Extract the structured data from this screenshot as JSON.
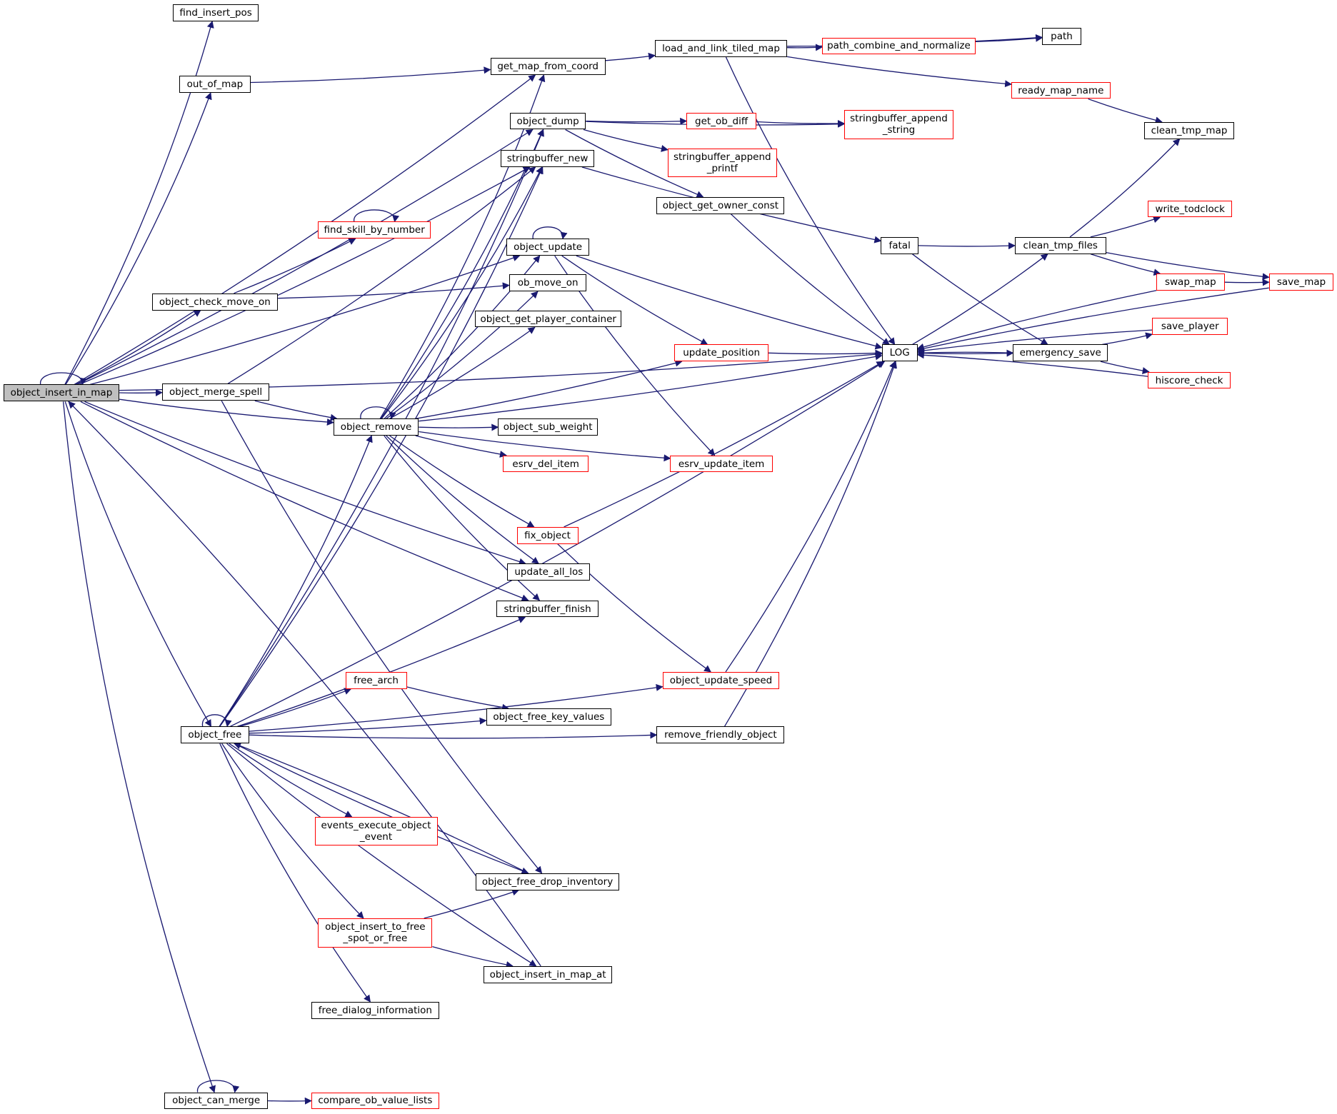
{
  "graph": {
    "edge_color": "#191970",
    "documented_border": "#000000",
    "undocumented_border": "#ff0000",
    "root_fill": "#bfbfbf",
    "nodes": [
      {
        "id": "object_insert_in_map",
        "label": "object_insert_in_map",
        "style": "root"
      },
      {
        "id": "find_insert_pos",
        "label": "find_insert_pos",
        "style": "normal"
      },
      {
        "id": "get_map_from_coord",
        "label": "get_map_from_coord",
        "style": "normal"
      },
      {
        "id": "out_of_map",
        "label": "out_of_map",
        "style": "normal"
      },
      {
        "id": "load_and_link_tiled_map",
        "label": "load_and_link_tiled_map",
        "style": "normal"
      },
      {
        "id": "path",
        "label": "path",
        "style": "normal"
      },
      {
        "id": "path_combine_and_normalize",
        "label": "path_combine_and_normalize",
        "style": "undoc"
      },
      {
        "id": "ready_map_name",
        "label": "ready_map_name",
        "style": "undoc"
      },
      {
        "id": "clean_tmp_map",
        "label": "clean_tmp_map",
        "style": "normal"
      },
      {
        "id": "object_dump",
        "label": "object_dump",
        "style": "normal"
      },
      {
        "id": "get_ob_diff",
        "label": "get_ob_diff",
        "style": "undoc"
      },
      {
        "id": "stringbuffer_append_string",
        "label": "stringbuffer_append\n_string",
        "style": "undoc"
      },
      {
        "id": "stringbuffer_append_printf",
        "label": "stringbuffer_append\n_printf",
        "style": "undoc"
      },
      {
        "id": "stringbuffer_new",
        "label": "stringbuffer_new",
        "style": "normal"
      },
      {
        "id": "object_get_owner_const",
        "label": "object_get_owner_const",
        "style": "normal"
      },
      {
        "id": "find_skill_by_number",
        "label": "find_skill_by_number",
        "style": "undoc"
      },
      {
        "id": "object_update",
        "label": "object_update",
        "style": "normal"
      },
      {
        "id": "fatal",
        "label": "fatal",
        "style": "normal"
      },
      {
        "id": "clean_tmp_files",
        "label": "clean_tmp_files",
        "style": "normal"
      },
      {
        "id": "write_todclock",
        "label": "write_todclock",
        "style": "undoc"
      },
      {
        "id": "object_check_move_on",
        "label": "object_check_move_on",
        "style": "normal"
      },
      {
        "id": "ob_move_on",
        "label": "ob_move_on",
        "style": "normal"
      },
      {
        "id": "swap_map",
        "label": "swap_map",
        "style": "undoc"
      },
      {
        "id": "save_map",
        "label": "save_map",
        "style": "undoc"
      },
      {
        "id": "object_get_player_container",
        "label": "object_get_player_container",
        "style": "normal"
      },
      {
        "id": "save_player",
        "label": "save_player",
        "style": "undoc"
      },
      {
        "id": "update_position",
        "label": "update_position",
        "style": "undoc"
      },
      {
        "id": "LOG",
        "label": "LOG",
        "style": "normal"
      },
      {
        "id": "emergency_save",
        "label": "emergency_save",
        "style": "normal"
      },
      {
        "id": "hiscore_check",
        "label": "hiscore_check",
        "style": "undoc"
      },
      {
        "id": "object_merge_spell",
        "label": "object_merge_spell",
        "style": "normal"
      },
      {
        "id": "object_remove",
        "label": "object_remove",
        "style": "normal"
      },
      {
        "id": "object_sub_weight",
        "label": "object_sub_weight",
        "style": "normal"
      },
      {
        "id": "esrv_del_item",
        "label": "esrv_del_item",
        "style": "undoc"
      },
      {
        "id": "esrv_update_item",
        "label": "esrv_update_item",
        "style": "undoc"
      },
      {
        "id": "fix_object",
        "label": "fix_object",
        "style": "undoc"
      },
      {
        "id": "update_all_los",
        "label": "update_all_los",
        "style": "normal"
      },
      {
        "id": "stringbuffer_finish",
        "label": "stringbuffer_finish",
        "style": "normal"
      },
      {
        "id": "object_update_speed",
        "label": "object_update_speed",
        "style": "undoc"
      },
      {
        "id": "free_arch",
        "label": "free_arch",
        "style": "undoc"
      },
      {
        "id": "object_free_key_values",
        "label": "object_free_key_values",
        "style": "normal"
      },
      {
        "id": "object_free",
        "label": "object_free",
        "style": "normal"
      },
      {
        "id": "remove_friendly_object",
        "label": "remove_friendly_object",
        "style": "normal"
      },
      {
        "id": "events_execute_object_event",
        "label": "events_execute_object\n_event",
        "style": "undoc"
      },
      {
        "id": "object_free_drop_inventory",
        "label": "object_free_drop_inventory",
        "style": "normal"
      },
      {
        "id": "object_insert_to_free_spot_or_free",
        "label": "object_insert_to_free\n_spot_or_free",
        "style": "undoc"
      },
      {
        "id": "object_insert_in_map_at",
        "label": "object_insert_in_map_at",
        "style": "normal"
      },
      {
        "id": "free_dialog_information",
        "label": "free_dialog_information",
        "style": "normal"
      },
      {
        "id": "object_can_merge",
        "label": "object_can_merge",
        "style": "normal"
      },
      {
        "id": "compare_ob_value_lists",
        "label": "compare_ob_value_lists",
        "style": "undoc"
      }
    ],
    "edges": [
      [
        "object_insert_in_map",
        "object_insert_in_map"
      ],
      [
        "object_insert_in_map",
        "find_insert_pos"
      ],
      [
        "object_insert_in_map",
        "get_map_from_coord"
      ],
      [
        "object_insert_in_map",
        "out_of_map"
      ],
      [
        "object_insert_in_map",
        "object_dump"
      ],
      [
        "object_insert_in_map",
        "stringbuffer_new"
      ],
      [
        "object_insert_in_map",
        "object_update"
      ],
      [
        "object_insert_in_map",
        "object_check_move_on"
      ],
      [
        "object_insert_in_map",
        "object_merge_spell"
      ],
      [
        "object_insert_in_map",
        "object_remove"
      ],
      [
        "object_insert_in_map",
        "update_all_los"
      ],
      [
        "object_insert_in_map",
        "stringbuffer_finish"
      ],
      [
        "object_insert_in_map",
        "LOG"
      ],
      [
        "object_insert_in_map",
        "object_free"
      ],
      [
        "object_insert_in_map",
        "object_can_merge"
      ],
      [
        "out_of_map",
        "get_map_from_coord"
      ],
      [
        "get_map_from_coord",
        "load_and_link_tiled_map"
      ],
      [
        "load_and_link_tiled_map",
        "path"
      ],
      [
        "load_and_link_tiled_map",
        "path_combine_and_normalize"
      ],
      [
        "load_and_link_tiled_map",
        "ready_map_name"
      ],
      [
        "load_and_link_tiled_map",
        "LOG"
      ],
      [
        "path_combine_and_normalize",
        "path"
      ],
      [
        "ready_map_name",
        "clean_tmp_map"
      ],
      [
        "object_dump",
        "get_ob_diff"
      ],
      [
        "object_dump",
        "stringbuffer_append_string"
      ],
      [
        "object_dump",
        "stringbuffer_append_printf"
      ],
      [
        "object_dump",
        "object_get_owner_const"
      ],
      [
        "get_ob_diff",
        "stringbuffer_append_string"
      ],
      [
        "stringbuffer_new",
        "fatal"
      ],
      [
        "object_get_owner_const",
        "LOG"
      ],
      [
        "fatal",
        "clean_tmp_files"
      ],
      [
        "fatal",
        "emergency_save"
      ],
      [
        "clean_tmp_files",
        "clean_tmp_map"
      ],
      [
        "clean_tmp_files",
        "write_todclock"
      ],
      [
        "clean_tmp_files",
        "swap_map"
      ],
      [
        "clean_tmp_files",
        "save_map"
      ],
      [
        "swap_map",
        "save_map"
      ],
      [
        "swap_map",
        "LOG"
      ],
      [
        "save_map",
        "LOG"
      ],
      [
        "LOG",
        "clean_tmp_files"
      ],
      [
        "LOG",
        "emergency_save"
      ],
      [
        "emergency_save",
        "LOG"
      ],
      [
        "emergency_save",
        "save_player"
      ],
      [
        "emergency_save",
        "hiscore_check"
      ],
      [
        "save_player",
        "LOG"
      ],
      [
        "hiscore_check",
        "LOG"
      ],
      [
        "find_skill_by_number",
        "find_skill_by_number"
      ],
      [
        "object_check_move_on",
        "find_skill_by_number"
      ],
      [
        "object_check_move_on",
        "ob_move_on"
      ],
      [
        "object_update",
        "object_update"
      ],
      [
        "object_update",
        "update_position"
      ],
      [
        "object_update",
        "esrv_update_item"
      ],
      [
        "object_update",
        "LOG"
      ],
      [
        "update_position",
        "LOG"
      ],
      [
        "object_merge_spell",
        "object_remove"
      ],
      [
        "object_merge_spell",
        "stringbuffer_new"
      ],
      [
        "object_merge_spell",
        "object_free_drop_inventory"
      ],
      [
        "object_remove",
        "object_remove"
      ],
      [
        "object_remove",
        "get_map_from_coord"
      ],
      [
        "object_remove",
        "object_dump"
      ],
      [
        "object_remove",
        "stringbuffer_new"
      ],
      [
        "object_remove",
        "object_update"
      ],
      [
        "object_remove",
        "ob_move_on"
      ],
      [
        "object_remove",
        "object_get_player_container"
      ],
      [
        "object_remove",
        "update_position"
      ],
      [
        "object_remove",
        "LOG"
      ],
      [
        "object_remove",
        "object_sub_weight"
      ],
      [
        "object_remove",
        "esrv_del_item"
      ],
      [
        "object_remove",
        "esrv_update_item"
      ],
      [
        "object_remove",
        "fix_object"
      ],
      [
        "object_remove",
        "update_all_los"
      ],
      [
        "object_remove",
        "stringbuffer_finish"
      ],
      [
        "fix_object",
        "LOG"
      ],
      [
        "fix_object",
        "object_update_speed"
      ],
      [
        "object_update_speed",
        "LOG"
      ],
      [
        "object_free",
        "object_free"
      ],
      [
        "object_free",
        "object_dump"
      ],
      [
        "object_free",
        "stringbuffer_new"
      ],
      [
        "object_free",
        "object_remove"
      ],
      [
        "object_free",
        "stringbuffer_finish"
      ],
      [
        "object_free",
        "object_update_speed"
      ],
      [
        "object_free",
        "free_arch"
      ],
      [
        "object_free",
        "object_free_key_values"
      ],
      [
        "object_free",
        "remove_friendly_object"
      ],
      [
        "object_free",
        "LOG"
      ],
      [
        "object_free",
        "events_execute_object_event"
      ],
      [
        "object_free",
        "object_free_drop_inventory"
      ],
      [
        "object_free",
        "object_insert_to_free_spot_or_free"
      ],
      [
        "object_free",
        "object_insert_in_map_at"
      ],
      [
        "object_free",
        "free_dialog_information"
      ],
      [
        "free_arch",
        "object_free_key_values"
      ],
      [
        "remove_friendly_object",
        "LOG"
      ],
      [
        "object_free_drop_inventory",
        "object_free"
      ],
      [
        "object_insert_to_free_spot_or_free",
        "object_free_drop_inventory"
      ],
      [
        "object_insert_to_free_spot_or_free",
        "object_insert_in_map_at"
      ],
      [
        "object_insert_in_map_at",
        "object_insert_in_map"
      ],
      [
        "object_can_merge",
        "object_can_merge"
      ],
      [
        "object_can_merge",
        "compare_ob_value_lists"
      ]
    ]
  }
}
